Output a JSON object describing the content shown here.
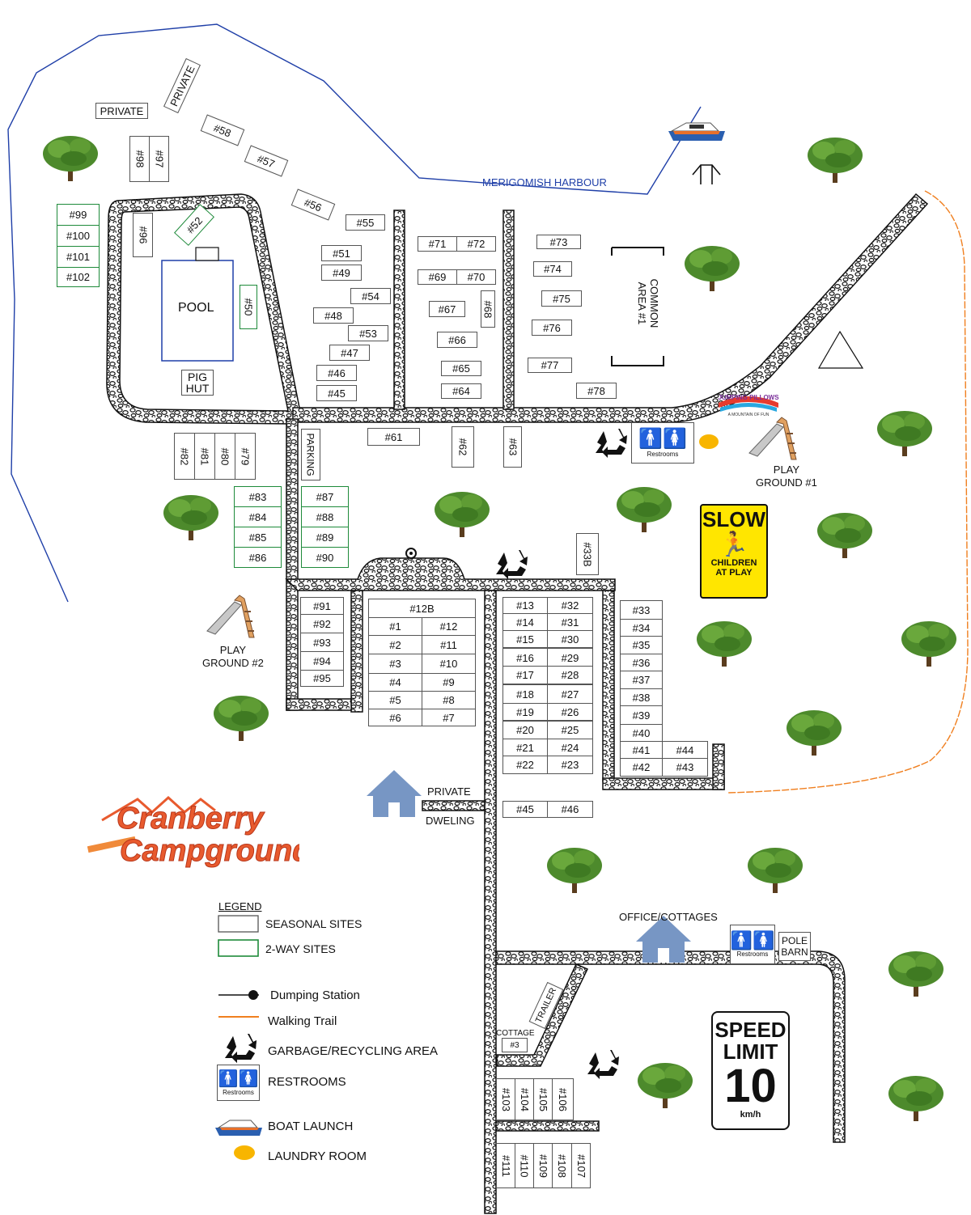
{
  "map": {
    "harbour": "MERIGOMISH HARBOUR",
    "pool": "POOL",
    "pig_hut_line1": "PIG",
    "pig_hut_line2": "HUT",
    "parking": "PARKING",
    "common_area_line1": "COMMON",
    "common_area_line2": "AREA #1",
    "playground1_line1": "PLAY",
    "playground1_line2": "GROUND #1",
    "playground2_line1": "PLAY",
    "playground2_line2": "GROUND #2",
    "private_top1": "PRIVATE",
    "private_top2": "PRIVATE",
    "private_dwelling_line1": "PRIVATE",
    "private_dwelling_line2": "DWELING",
    "office": "OFFICE/COTTAGES",
    "pole_barn_line1": "POLE",
    "pole_barn_line2": "BARN",
    "trailer": "TRAILER",
    "cottage": "COTTAGE",
    "cottage_num": "#3",
    "restrooms": "Restrooms",
    "jumping_pillows": "JUMPING PILLOWS",
    "jumping_pillows_sub": "A MOUNTAIN OF FUN"
  },
  "logo": {
    "line1": "Cranberry",
    "line2": "Campground"
  },
  "signs": {
    "slow": "SLOW",
    "children": "CHILDREN",
    "at_play": "AT PLAY",
    "speed": "SPEED",
    "limit": "LIMIT",
    "ten": "10",
    "unit": "km/h"
  },
  "sites": {
    "s99": "#99",
    "s100": "#100",
    "s101": "#101",
    "s102": "#102",
    "s98": "#98",
    "s97": "#97",
    "s96": "#96",
    "s52": "#52",
    "s50": "#50",
    "s58": "#58",
    "s57": "#57",
    "s56": "#56",
    "s55": "#55",
    "s51": "#51",
    "s49": "#49",
    "s54": "#54",
    "s48": "#48",
    "s53": "#53",
    "s47": "#47",
    "s46": "#46",
    "s45": "#45",
    "s71": "#71",
    "s72": "#72",
    "s69": "#69",
    "s70": "#70",
    "s67": "#67",
    "s68": "#68",
    "s66": "#66",
    "s65": "#65",
    "s64": "#64",
    "s73": "#73",
    "s74": "#74",
    "s75": "#75",
    "s76": "#76",
    "s77": "#77",
    "s78": "#78",
    "s61": "#61",
    "s62": "#62",
    "s63": "#63",
    "s82": "#82",
    "s81": "#81",
    "s80": "#80",
    "s79": "#79",
    "s83": "#83",
    "s84": "#84",
    "s85": "#85",
    "s86": "#86",
    "s87": "#87",
    "s88": "#88",
    "s89": "#89",
    "s90": "#90",
    "s91": "#91",
    "s92": "#92",
    "s93": "#93",
    "s94": "#94",
    "s95": "#95",
    "s12b": "#12B",
    "s1": "#1",
    "s12": "#12",
    "s2": "#2",
    "s11": "#11",
    "s3": "#3",
    "s10": "#10",
    "s4": "#4",
    "s9": "#9",
    "s5": "#5",
    "s8": "#8",
    "s6": "#6",
    "s7": "#7",
    "s13": "#13",
    "s32": "#32",
    "s14": "#14",
    "s31": "#31",
    "s15": "#15",
    "s30": "#30",
    "s16": "#16",
    "s29": "#29",
    "s17": "#17",
    "s28": "#28",
    "s18": "#18",
    "s27": "#27",
    "s19": "#19",
    "s26": "#26",
    "s20": "#20",
    "s25": "#25",
    "s21": "#21",
    "s24": "#24",
    "s22": "#22",
    "s23": "#23",
    "s33b": "#33B",
    "s33": "#33",
    "s34": "#34",
    "s35": "#35",
    "s36": "#36",
    "s37": "#37",
    "s38": "#38",
    "s39": "#39",
    "s40": "#40",
    "s41": "#41",
    "s44": "#44",
    "s42": "#42",
    "s43": "#43",
    "s45b": "#45",
    "s46b": "#46",
    "s103": "#103",
    "s104": "#104",
    "s105": "#105",
    "s106": "#106",
    "s111": "#111",
    "s110": "#110",
    "s109": "#109",
    "s108": "#108",
    "s107": "#107"
  },
  "legend": {
    "title": "LEGEND",
    "seasonal": "SEASONAL SITES",
    "two_way": "2-WAY SITES",
    "dumping": "Dumping Station",
    "trail": "Walking Trail",
    "garbage": "GARBAGE/RECYCLING AREA",
    "restrooms": "RESTROOMS",
    "boat": "BOAT LAUNCH",
    "laundry": "LAUNDRY ROOM"
  },
  "colors": {
    "seasonal_border": "#555555",
    "two_way_border": "#1e8a3a",
    "shoreline": "#1f3fa8",
    "walking_trail": "#f07f1f",
    "laundry": "#f8b500",
    "sign_yellow": "#ffe600",
    "house": "#7796c4",
    "tree": "#4d8a2c"
  }
}
